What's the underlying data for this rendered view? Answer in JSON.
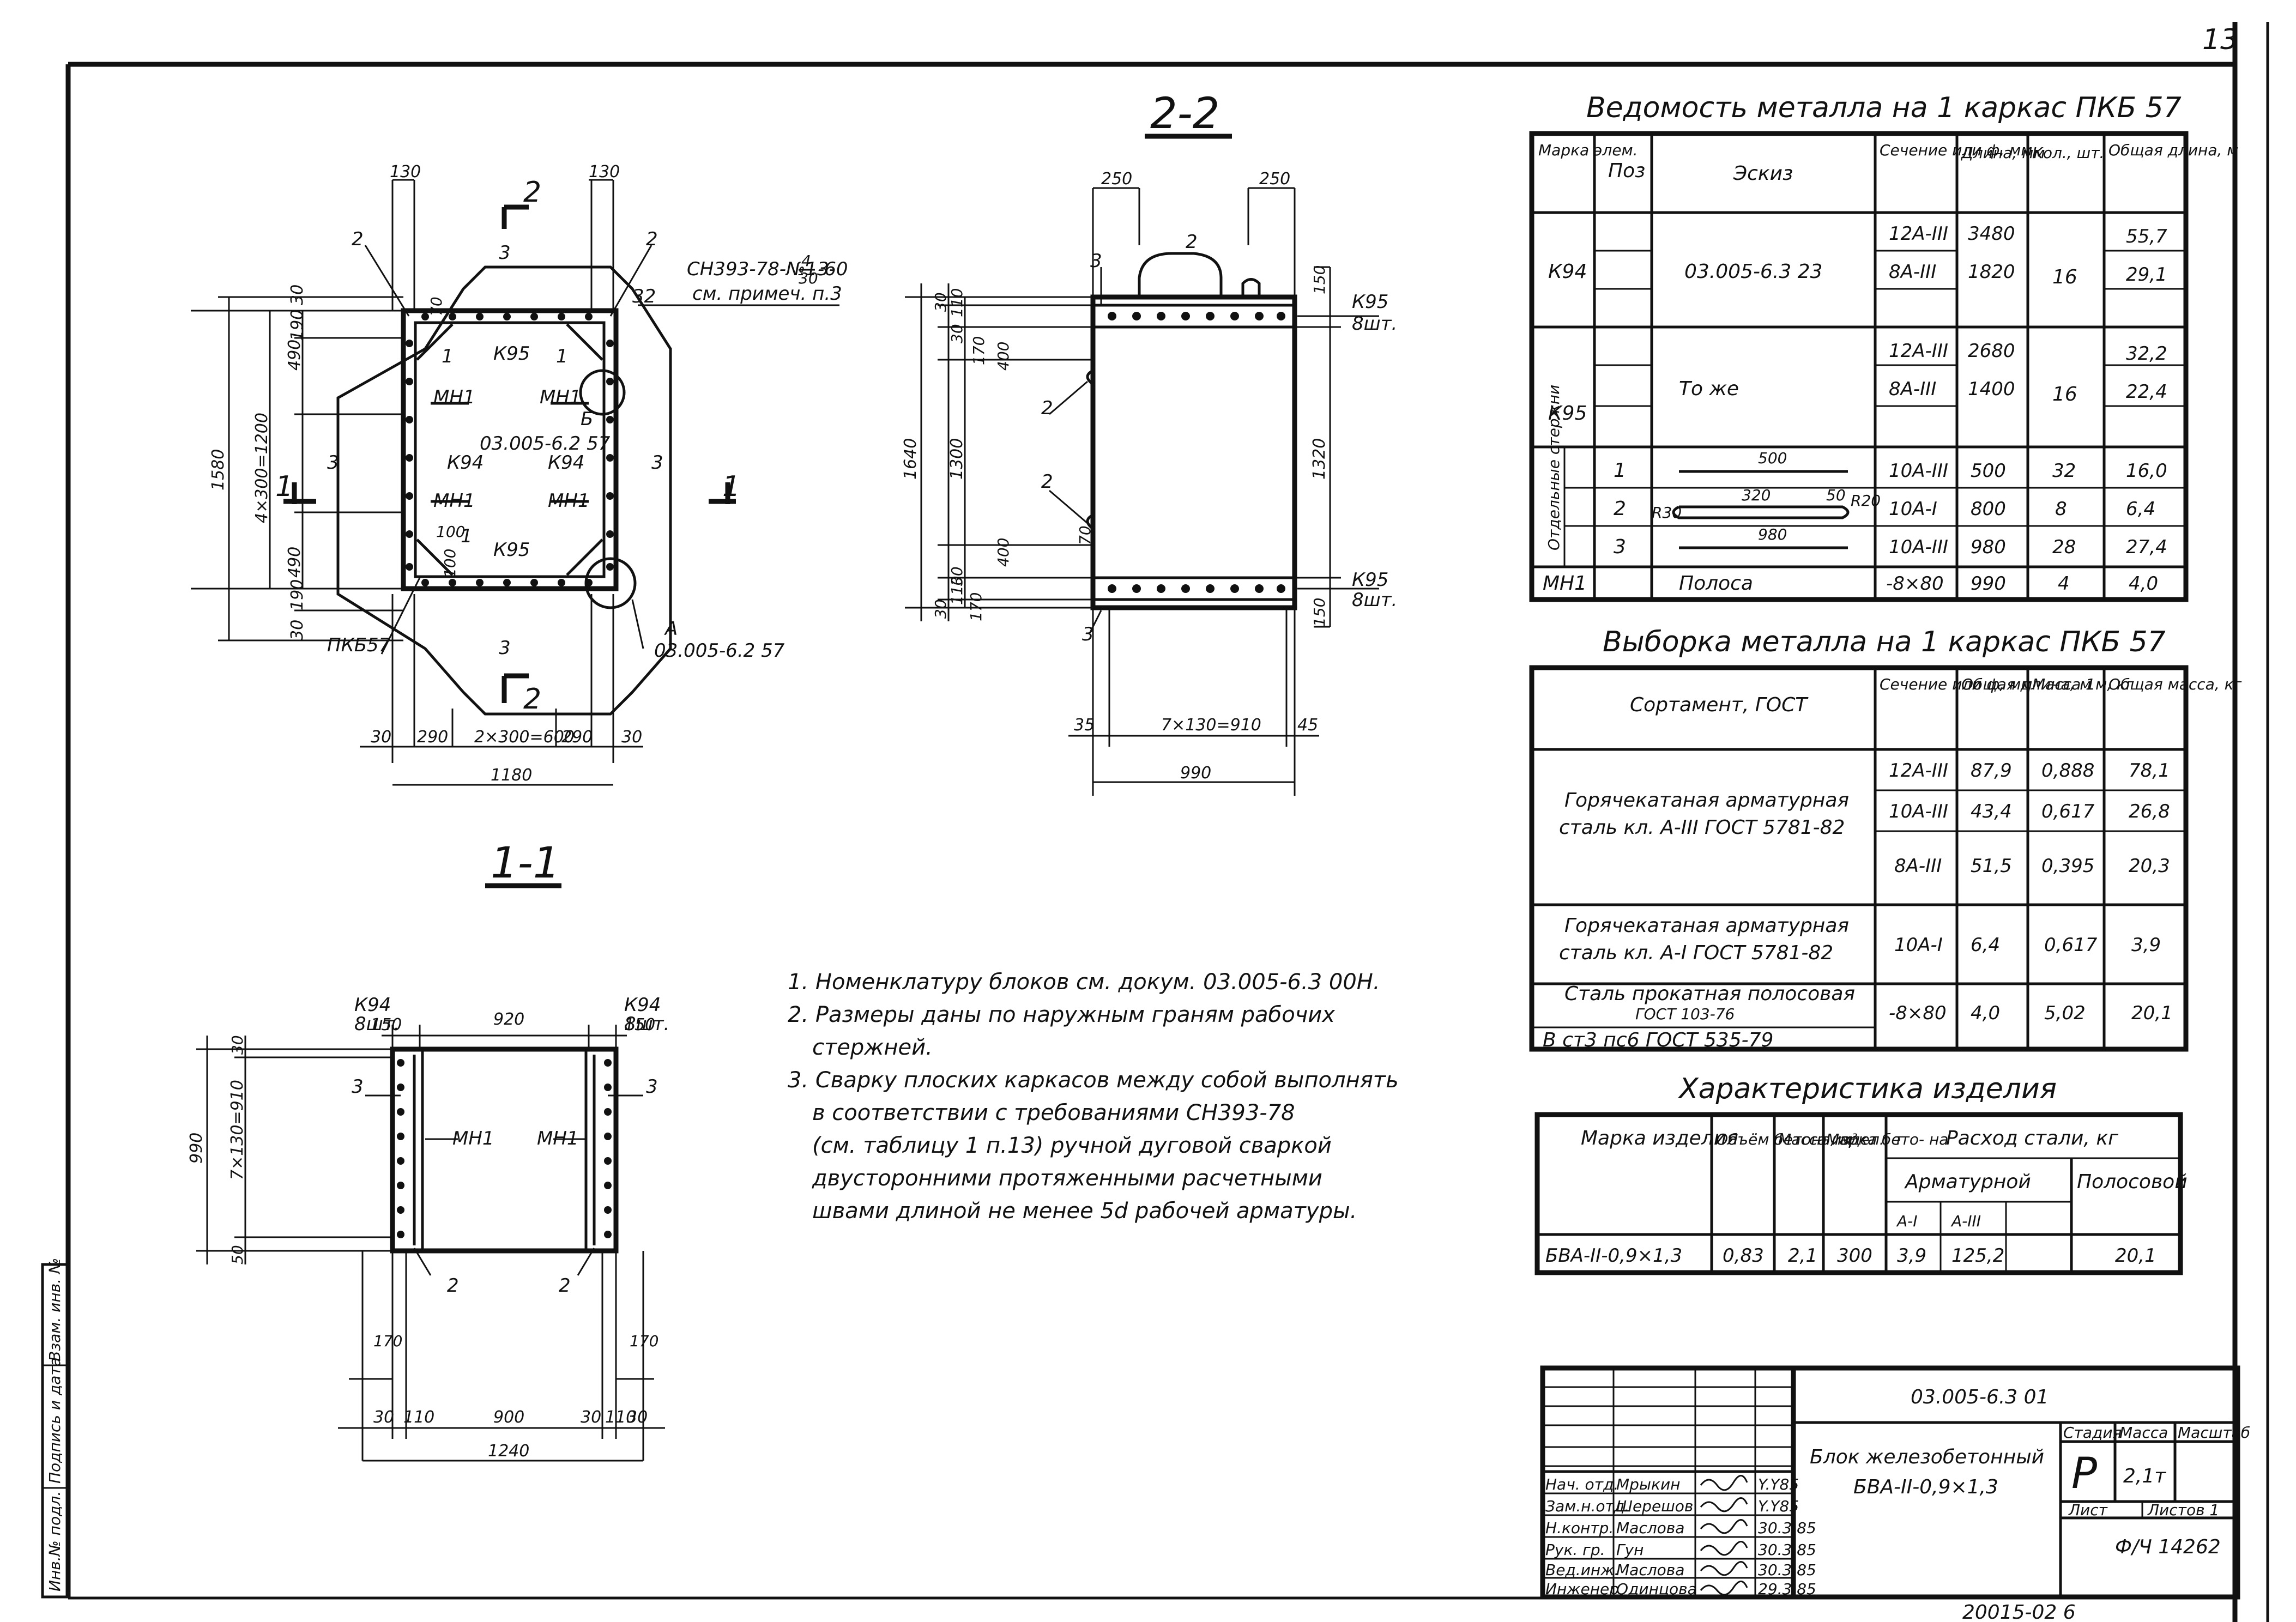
{
  "page_number": "13",
  "views": {
    "plan": {
      "section_mark_top": "2",
      "section_mark_bottom": "2",
      "section_mark_left": "1",
      "section_mark_right": "1",
      "callouts": {
        "pos2_left": "2",
        "pos2_right": "2",
        "pos3_top": "3",
        "pos3_left": "3",
        "pos3_right": "3",
        "pos3_bottom": "3",
        "pos32": "32",
        "k95_top": "К95",
        "k95_bottom": "К95",
        "k94_left": "К94",
        "k94_right": "К94",
        "mn1_a": "МН1",
        "mn1_b": "МН1",
        "mn1_c": "МН1",
        "mn1_d": "МН1",
        "one_a": "1",
        "one_b": "1",
        "one_c": "1",
        "weld_ref": "СН393-78-№13-",
        "weld_frac_top": "4",
        "weld_frac_bottom": "30",
        "weld_tail": "-60",
        "weld_note": "см. примеч. п.3",
        "node_b_letter": "Б",
        "node_b_ref": "03.005-6.2  57",
        "node_a_letter": "А",
        "node_a_ref": "03.005-6.2  57",
        "pkb_label": "ПКБ57",
        "dim100": "100",
        "dim100b": "100"
      },
      "dims_top": [
        "130",
        "130"
      ],
      "dims_left": [
        "30",
        "190",
        "490",
        "490",
        "190",
        "30"
      ],
      "dim_total_vertical": "1580",
      "dim_inner_vertical": "4×300=1200",
      "dims_bottom": [
        "30",
        "290",
        "2×300=600",
        "290",
        "30"
      ],
      "dim_total_horizontal": "1180",
      "dim_small": "70"
    },
    "section_2_2": {
      "title": "2-2",
      "dims_top": [
        "250",
        "250"
      ],
      "pos3_a": "3",
      "pos2_a": "2",
      "pos2_b": "2",
      "pos2_c": "2",
      "pos3_b": "3",
      "k95_top": "К95",
      "k95_top_qty": "8шт.",
      "k95_bottom": "К95",
      "k95_bottom_qty": "8шт.",
      "dims_left": [
        "30",
        "110",
        "30",
        "170",
        "400",
        "1300",
        "400",
        "30",
        "110",
        "30",
        "170"
      ],
      "dim_total_left": "1640",
      "dim_right": "1320",
      "dims_right_small": [
        "150",
        "150"
      ],
      "dim_70": "70",
      "dims_bottom": [
        "35",
        "7×130=910",
        "45"
      ],
      "dim_total_bottom": "990"
    },
    "section_1_1": {
      "title": "1-1",
      "k94_left": "К94",
      "k94_left_qty": "8шт.",
      "k94_right": "К94",
      "k94_right_qty": "8шт.",
      "dims_top": [
        "150",
        "920",
        "150"
      ],
      "pos3_left": "3",
      "pos3_right": "3",
      "pos2_left": "2",
      "pos2_right": "2",
      "mn1_left": "МН1",
      "mn1_right": "МН1",
      "dims_left": [
        "30",
        "7×130=910",
        "50"
      ],
      "dim_total_left": "990",
      "dims_lower": [
        "170",
        "170"
      ],
      "dims_bottom": [
        "30",
        "110",
        "900",
        "30",
        "110",
        "30"
      ],
      "dim_total_bottom": "1240"
    }
  },
  "notes": [
    "1. Номенклатуру  блоков  см. докум. 03.005-6.3  00Н.",
    "2. Размеры даны  по наружным  граням  рабочих",
    "стержней.",
    "3. Сварку  плоских  каркасов  между  собой  выполнять",
    "в  соответствии   с  требованиями   СН393-78",
    "(см. таблицу 1  п.13)  ручной  дуговой  сваркой",
    "двусторонними  протяженными  расчетными",
    "швами  длиной   не  менее   5d  рабочей  арматуры."
  ],
  "metal_statement": {
    "title": "Ведомость   металла  на 1 каркас  ПКБ 57",
    "headers": [
      "Марка элем.",
      "Поз",
      "Эскиз",
      "Сечение или ф, мм",
      "Длина, мм",
      "Кол., шт.",
      "Общая длина, м"
    ],
    "group_label": "Отдельные стержни",
    "rows": [
      {
        "mark": "К94",
        "sketch": "03.005-6.3  23",
        "sections": [
          "12А-III",
          "8А-III"
        ],
        "lengths": [
          "3480",
          "1820"
        ],
        "qty": "16",
        "totals": [
          "55,7",
          "29,1"
        ]
      },
      {
        "mark": "К95",
        "sketch": "То же",
        "sections": [
          "12А-III",
          "8А-III"
        ],
        "lengths": [
          "2680",
          "1400"
        ],
        "qty": "16",
        "totals": [
          "32,2",
          "22,4"
        ]
      },
      {
        "pos": "1",
        "sketch_dim": "500",
        "section": "10А-III",
        "length": "500",
        "qty": "32",
        "total": "16,0"
      },
      {
        "pos": "2",
        "sketch_dim": "320",
        "sketch_extra": [
          "50",
          "R20",
          "R30"
        ],
        "section": "10А-I",
        "length": "800",
        "qty": "8",
        "total": "6,4"
      },
      {
        "pos": "3",
        "sketch_dim": "980",
        "section": "10А-III",
        "length": "980",
        "qty": "28",
        "total": "27,4"
      },
      {
        "mark": "МН1",
        "sketch": "Полоса",
        "section": "-8×80",
        "length": "990",
        "qty": "4",
        "total": "4,0"
      }
    ]
  },
  "metal_selection": {
    "title": "Выборка  металла    на 1 каркас  ПКБ 57",
    "headers": [
      "Сортамент, ГОСТ",
      "Сечение или ф, мм",
      "Общая длина, м",
      "Масса 1м, кг",
      "Общая масса, кг"
    ],
    "groups": [
      {
        "name": [
          "Горячекатаная   арматурная",
          "сталь   кл. А-III  ГОСТ 5781-82"
        ],
        "rows": [
          [
            "12А-III",
            "87,9",
            "0,888",
            "78,1"
          ],
          [
            "10А-III",
            "43,4",
            "0,617",
            "26,8"
          ],
          [
            "8А-III",
            "51,5",
            "0,395",
            "20,3"
          ]
        ]
      },
      {
        "name": [
          "Горячекатаная   арматурная",
          "сталь  кл. А-I  ГОСТ 5781-82"
        ],
        "rows": [
          [
            "10А-I",
            "6,4",
            "0,617",
            "3,9"
          ]
        ]
      },
      {
        "name": [
          "Сталь  прокатная  полосовая",
          "ГОСТ 103-76",
          "В  ст3  пс6   ГОСТ 535-79"
        ],
        "rows": [
          [
            "-8×80",
            "4,0",
            "5,02",
            "20,1"
          ]
        ]
      }
    ]
  },
  "product_spec": {
    "title": "Характеристика   изделия",
    "headers": {
      "mark": "Марка изделия",
      "volume": "Объём бетона, м³",
      "mass": "Масса издел., т",
      "grade": "Марка бето- на",
      "steel": "Расход  стали, кг",
      "rebar": "Арматурной",
      "strip": "Полосовой",
      "ai": "А-I",
      "aiii": "А-III"
    },
    "row": [
      "БВА-II-0,9×1,3",
      "0,83",
      "2,1",
      "300",
      "3,9",
      "125,2",
      "20,1"
    ]
  },
  "title_block": {
    "doc_code": "03.005-6.3  01",
    "name_line1": "Блок   железобетонный",
    "name_line2": "БВА-II-0,9×1,3",
    "stage_label": "Стадия",
    "mass_label": "Масса",
    "scale_label": "Масштаб",
    "stage": "Р",
    "mass": "2,1т",
    "sheet_label": "Лист",
    "sheets_label": "Листов 1",
    "inv": "Ф/Ч 14262",
    "signers": [
      {
        "role": "Нач. отд.",
        "name": "Мрыкин",
        "date": "Y.Y85"
      },
      {
        "role": "Зам.н.отд.",
        "name": "Шерешов",
        "date": "Y.Y85"
      },
      {
        "role": "Н.контр.",
        "name": "Маслова",
        "date": "30.3.85"
      },
      {
        "role": "Рук. гр.",
        "name": "Гун",
        "date": "30.3.85"
      },
      {
        "role": "Вед.инж.",
        "name": "Маслова",
        "date": "30.3.85"
      },
      {
        "role": "Инженер",
        "name": "Одинцова",
        "date": "29.3.85"
      }
    ],
    "footer_code": "20015-02  6"
  },
  "side_stamp": [
    "Инв.№ подл.",
    "Подпись и дата",
    "Взам. инв. №"
  ]
}
